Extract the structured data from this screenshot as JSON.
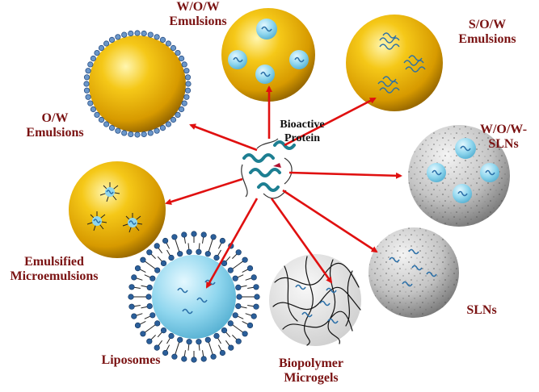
{
  "center": {
    "label": "Bioactive\nProtein"
  },
  "systems": [
    {
      "id": "ow",
      "label": "O/W\nEmulsions"
    },
    {
      "id": "wow",
      "label": "W/O/W\nEmulsions"
    },
    {
      "id": "sow",
      "label": "S/O/W\nEmulsions"
    },
    {
      "id": "wowsln",
      "label": "W/O/W-\nSLNs"
    },
    {
      "id": "sln",
      "label": "SLNs"
    },
    {
      "id": "microgel",
      "label": "Biopolymer\nMicrogels"
    },
    {
      "id": "liposome",
      "label": "Liposomes"
    },
    {
      "id": "microemulsion",
      "label": "Emulsified\nMicroemulsions"
    }
  ],
  "colors": {
    "label": "#7a1212",
    "arrow": "#e01010",
    "gold": "#e8b400",
    "aqueous": "#8fd6ee",
    "protein": "#2a6fa8"
  }
}
